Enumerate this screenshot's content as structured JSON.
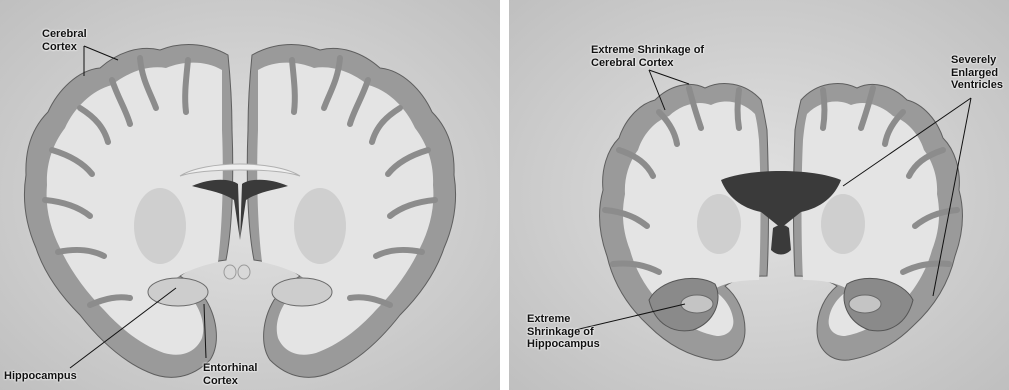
{
  "colors": {
    "background": "#cbcbcb",
    "cortex_gray_matter": "#9a9a9a",
    "white_matter": "#e4e4e4",
    "ventricle_dark": "#3a3a3a",
    "label_text": "#111111"
  },
  "healthy_brain": {
    "labels": {
      "cerebral_cortex": "Cerebral\nCortex",
      "hippocampus": "Hippocampus",
      "entorhinal_cortex": "Entorhinal\nCortex"
    }
  },
  "alzheimers_brain": {
    "labels": {
      "cortex_shrinkage": "Extreme Shrinkage of\nCerebral Cortex",
      "enlarged_ventricles": "Severely\nEnlarged\nVentricles",
      "hippocampus_shrinkage": "Extreme\nShrinkage of\nHippocampus"
    }
  }
}
